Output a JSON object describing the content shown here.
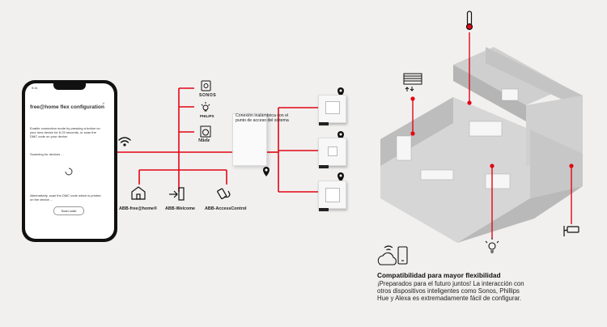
{
  "phone": {
    "time": "9:41",
    "close": "×",
    "title": "free@home flex configuration",
    "instructions": "Enable connection mode by pressing a button on your new device for 6-20 seconds, or scan the DMC code on your device.",
    "scanning": "Scanning for devices ...",
    "alternative": "Alternatively, scan the DMC code which is printed on the device ...",
    "scan_button": "Scan code"
  },
  "brands": {
    "sonos": "SONOS",
    "philips": "PHILIPS",
    "miele": "Miele"
  },
  "hub": {
    "label": "Conexión inalámbrica con el punto de acceso del sistema"
  },
  "apps": [
    {
      "label": "ABB-free@home®",
      "icon": "house-icon"
    },
    {
      "label": "ABB-Welcome",
      "icon": "door-entry-icon"
    },
    {
      "label": "ABB-AccessControl",
      "icon": "hand-key-icon"
    }
  ],
  "compat": {
    "title": "Compatibilidad para mayor flexibilidad",
    "description": "¡Preparados para el futuro juntos! La interacción con otros dispositivos inteligentes como Sonos, Phillips Hue y Alexa es extremadamente fácil de configurar."
  },
  "colors": {
    "accent": "#e30613",
    "background": "#f1f0ef",
    "house_gray": "#c8c8c8"
  }
}
